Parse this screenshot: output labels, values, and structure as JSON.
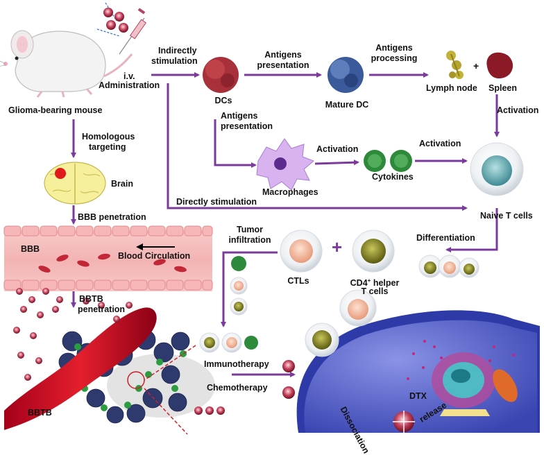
{
  "labels": {
    "mouse": "Glioma-bearing mouse",
    "indirect_1": "Indirectly",
    "indirect_2": "stimulation",
    "iv_1": "i.v.",
    "iv_2": "Administration",
    "antigens_pres_top_1": "Antigens",
    "antigens_pres_top_2": "presentation",
    "antigens_proc_1": "Antigens",
    "antigens_proc_2": "processing",
    "dcs": "DCs",
    "mature_dc": "Mature DC",
    "lymph_node": "Lymph node",
    "plus_small": "+",
    "spleen": "Spleen",
    "activation_right": "Activation",
    "homologous_1": "Homologous",
    "homologous_2": "targeting",
    "antigens_pres_mid_1": "Antigens",
    "antigens_pres_mid_2": "presentation",
    "activation_mid": "Activation",
    "activation_mid2": "Activation",
    "brain": "Brain",
    "macrophages": "Macrophages",
    "cytokines": "Cytokines",
    "directly": "Directly stimulation",
    "bbb_penetration": "BBB  penetration",
    "naive_t": "Naive T cells",
    "tumor_inf_1": "Tumor",
    "tumor_inf_2": "infiltration",
    "plus_big": "+",
    "differentiation": "Differentiation",
    "bbb": "BBB",
    "blood_circulation": "Blood  Circulation",
    "ctls": "CTLs",
    "cd4_1": "CD4",
    "cd4_sup": "+",
    "cd4_2": " helper",
    "cd4_3": "T cells",
    "bbtb_pen_1": "BBTB",
    "bbtb_pen_2": "penetration",
    "immunotherapy": "Immunotherapy",
    "chemotherapy": "Chemotherapy",
    "bbtb": "BBTB",
    "dissociation": "Dissociation",
    "dtx": "DTX",
    "release": "release"
  },
  "colors": {
    "arrow": "#7b3a9c",
    "vessel": "#f6c6c6",
    "nanoparticle": "#8b1a2e",
    "cell": "#5a6ec8",
    "tumor": "#2e3a6e"
  }
}
